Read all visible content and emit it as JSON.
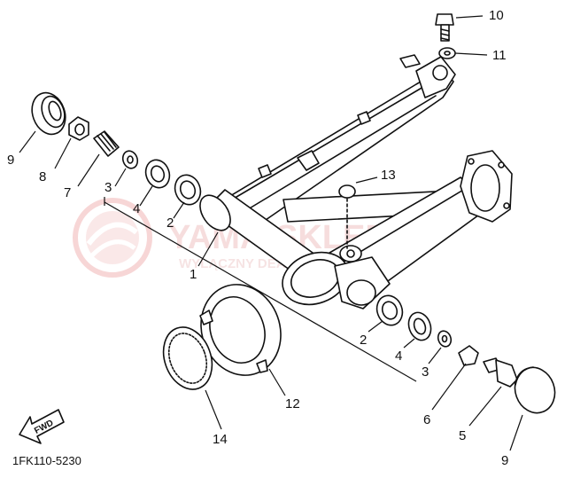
{
  "diagram": {
    "part_code": "1FK110-5230",
    "fwd_label": "FWD",
    "watermark": {
      "brand": "YAMA-SKLEP.PL",
      "subtitle": "WYLĄCZNY DEALER YAMAHA"
    },
    "callouts": [
      {
        "id": "c10",
        "text": "10"
      },
      {
        "id": "c11",
        "text": "11"
      },
      {
        "id": "c9a",
        "text": "9"
      },
      {
        "id": "c8",
        "text": "8"
      },
      {
        "id": "c7",
        "text": "7"
      },
      {
        "id": "c3a",
        "text": "3"
      },
      {
        "id": "c4a",
        "text": "4"
      },
      {
        "id": "c2a",
        "text": "2"
      },
      {
        "id": "c13",
        "text": "13"
      },
      {
        "id": "c1",
        "text": "1"
      },
      {
        "id": "c2b",
        "text": "2"
      },
      {
        "id": "c4b",
        "text": "4"
      },
      {
        "id": "c3b",
        "text": "3"
      },
      {
        "id": "c12",
        "text": "12"
      },
      {
        "id": "c6",
        "text": "6"
      },
      {
        "id": "c5",
        "text": "5"
      },
      {
        "id": "c14",
        "text": "14"
      },
      {
        "id": "c9b",
        "text": "9"
      }
    ]
  }
}
